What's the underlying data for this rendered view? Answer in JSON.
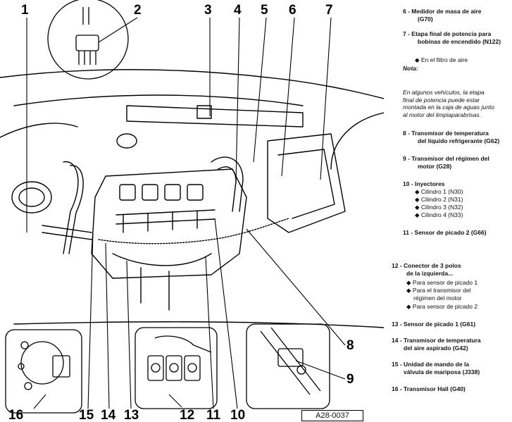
{
  "callouts": [
    "1",
    "2",
    "3",
    "4",
    "5",
    "6",
    "7",
    "8",
    "9",
    "10",
    "11",
    "12",
    "13",
    "14",
    "15",
    "16"
  ],
  "reference_code": "A28-0037",
  "legend": {
    "item6": [
      "6 - Medidor de masa de aire",
      "(G70)"
    ],
    "item7": [
      "7 - Etapa final de potencia para",
      "bobinas de encendido (N122)"
    ],
    "item7_sub": "◆ En el filtro de aire",
    "note_label": "Nota:",
    "note_lines": [
      "En algunos vehículos, la etapa",
      "final de potencia puede estar",
      "montada en la caja de aguas junto",
      "al motor del limpiaparabrisas."
    ],
    "item8": [
      "8 - Transmisor de temperatura",
      "del líquido refrigerante (G62)"
    ],
    "item9": [
      "9 - Transmisor del régimen del",
      "motor (G28)"
    ],
    "item10": "10 - Inyectores",
    "item10_subs": [
      "◆ Cilindro 1 (N30)",
      "◆ Cilindro 2 (N31)",
      "◆ Cilindro 3 (N32)",
      "◆ Cilindro 4 (N33)"
    ],
    "item11": "11 - Sensor de picado 2 (G66)",
    "item12": [
      "12 - Conector de 3 polos",
      "de la izquierda..."
    ],
    "item12_subs": [
      "◆ Para sensor de picado 1",
      "◆ Para el transmisor del",
      "régimen del motor",
      "◆ Para sensor de picado 2"
    ],
    "item13": "13 - Sensor de picado 1 (G61)",
    "item14": [
      "14 - Transmisor de temperatura",
      "del aire aspirado (G42)"
    ],
    "item15": [
      "15 - Unidad de mando de la",
      "válvula de mariposa (J338)"
    ],
    "item16": "16 - Transmisor Hall (G40)"
  }
}
